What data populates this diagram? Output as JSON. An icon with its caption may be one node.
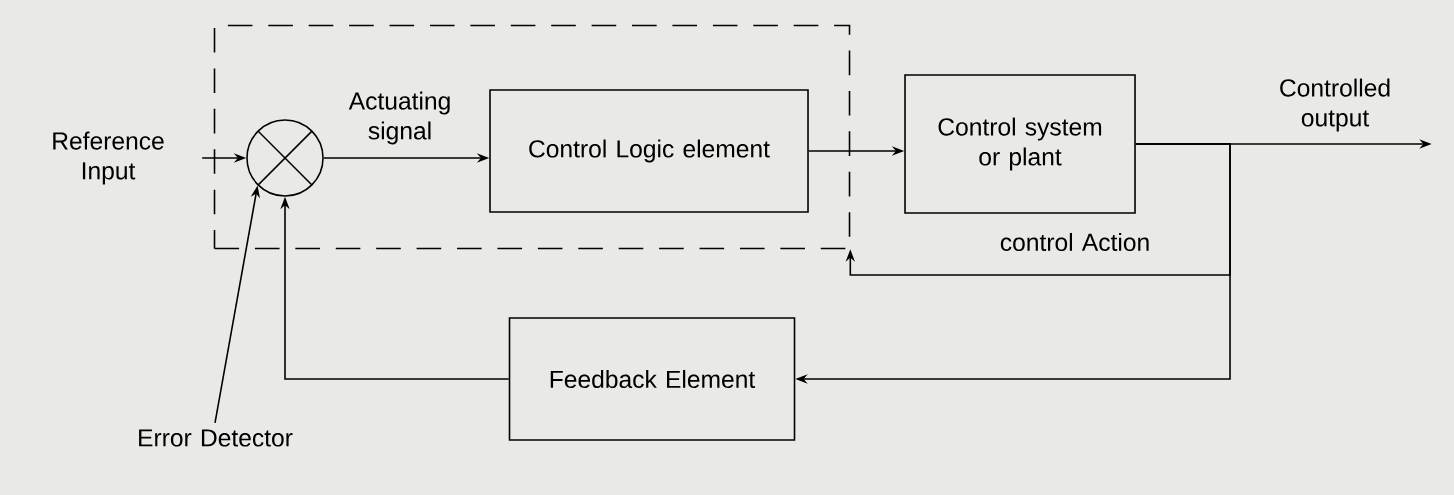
{
  "diagram": {
    "nodes": [
      {
        "text": [],
        "shape": "box"
      },
      {
        "text": [],
        "shape": "circle",
        "in": 0
      },
      {
        "text": [
          "Control Logic element"
        ],
        "in": 0
      },
      {
        "text": [
          "Control system or plant"
        ]
      },
      {
        "text": [
          "Feedback Element"
        ]
      },
      {
        "text": [
          "Reference Input"
        ]
      },
      {
        "text": [
          "Error Detector"
        ]
      },
      {
        "text": [
          "Controlled output"
        ]
      }
    ],
    "edges": [
      {
        "from": 5,
        "to": 1,
        "arrow": "to"
      },
      {
        "from": 6,
        "to": 1,
        "arrow": "to"
      },
      {
        "from": 1,
        "to": 2,
        "arrow": "to",
        "label": "Actuating signal"
      },
      {
        "from": 2,
        "to": 3,
        "arrow": "to"
      },
      {
        "from": 3,
        "to": 7,
        "arrow": "to"
      },
      {
        "from": 3,
        "to": 4,
        "arrow": "to"
      },
      {
        "from": 3,
        "to": 0,
        "arrow": "to",
        "label": "control Action"
      },
      {
        "from": 4,
        "to": 1,
        "arrow": "to"
      }
    ]
  }
}
